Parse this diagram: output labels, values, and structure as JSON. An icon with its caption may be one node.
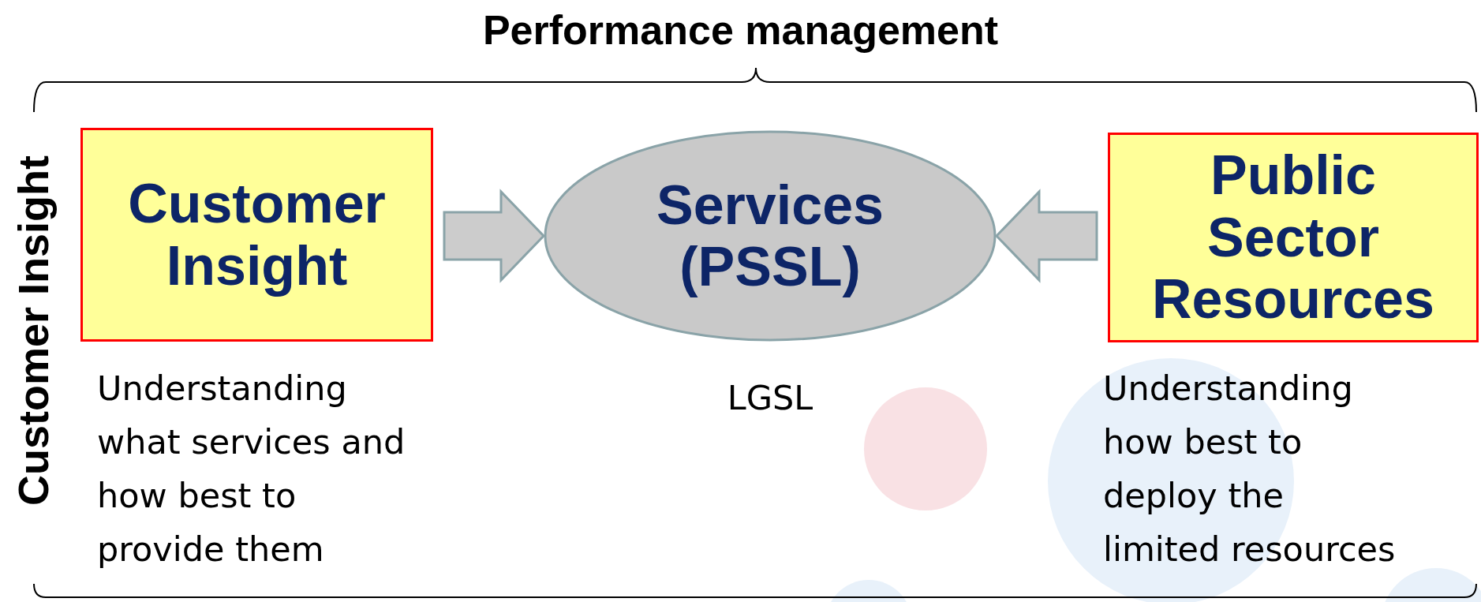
{
  "diagram": {
    "title": "Performance management",
    "nodes": [
      {
        "text": [
          "Customer Insight"
        ],
        "beside": [
          "Understanding what services and how best to provide them"
        ]
      },
      {
        "text": [
          "Services (PSSL)"
        ],
        "beside": [
          "LGSL"
        ]
      },
      {
        "text": [
          "Public Sector Resources"
        ],
        "beside": [
          "Understanding how best to deploy the limited resources"
        ]
      }
    ],
    "edges": [
      {
        "from": 0,
        "to": 1,
        "arrow": "to"
      },
      {
        "from": 2,
        "to": 1,
        "arrow": "to"
      }
    ],
    "labels": [
      "Customer Insight"
    ]
  }
}
